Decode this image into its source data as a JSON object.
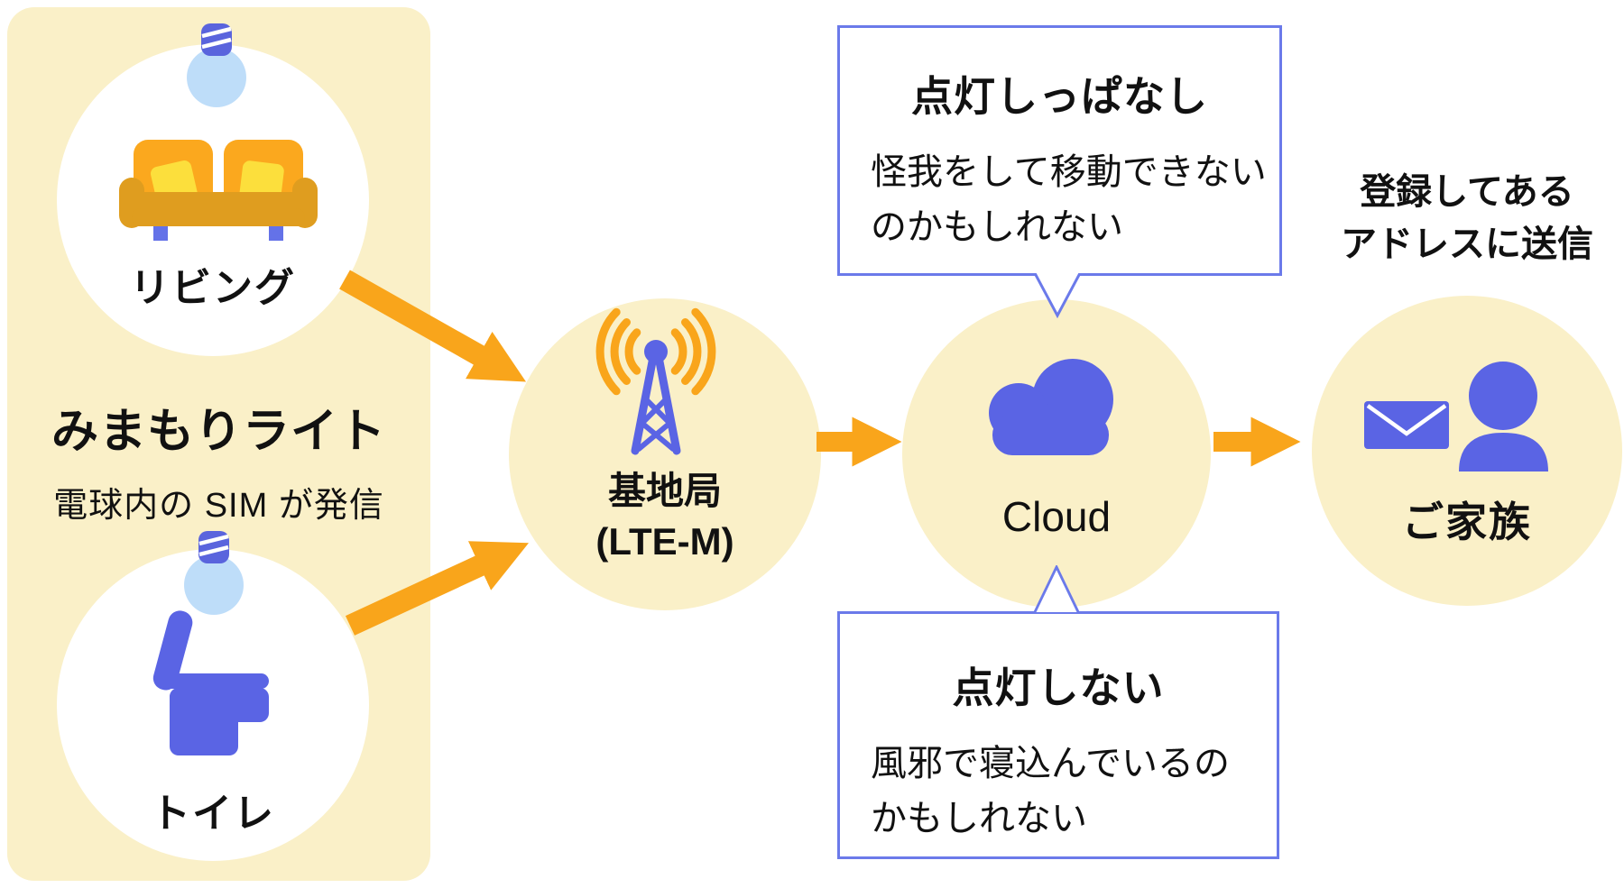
{
  "palette": {
    "cream": "#FAF0C8",
    "arrow_orange": "#F9A51B",
    "sofa_orange": "#FBA81E",
    "sofa_dark_orange": "#DF9D1F",
    "cushion_yellow": "#FCDF3C",
    "device_blue": "#5A64E4",
    "bulb_light_blue": "#BEDDF9",
    "callout_border_blue": "#6B7AEA",
    "text_black": "#111111",
    "white": "#FFFFFF"
  },
  "panel": {
    "title": "みまもりライト",
    "subtitle": "電球内の SIM が発信"
  },
  "rooms": {
    "living": {
      "label": "リビング",
      "icon": "sofa-icon"
    },
    "toilet": {
      "label": "トイレ",
      "icon": "toilet-icon"
    }
  },
  "base_station": {
    "name": "基地局",
    "network": "(LTE-M)",
    "icon": "antenna-tower-icon"
  },
  "cloud": {
    "label": "Cloud",
    "icon": "cloud-icon"
  },
  "family": {
    "label": "ご家族",
    "caption_line1": "登録してある",
    "caption_line2": "アドレスに送信",
    "icons": [
      "envelope-icon",
      "person-icon"
    ]
  },
  "callout_light_on": {
    "title": "点灯しっぱなし",
    "body_line1": "怪我をして移動できない",
    "body_line2": "のかもしれない"
  },
  "callout_light_off": {
    "title": "点灯しない",
    "body_line1": "風邪で寝込んでいるの",
    "body_line2": "かもしれない"
  }
}
